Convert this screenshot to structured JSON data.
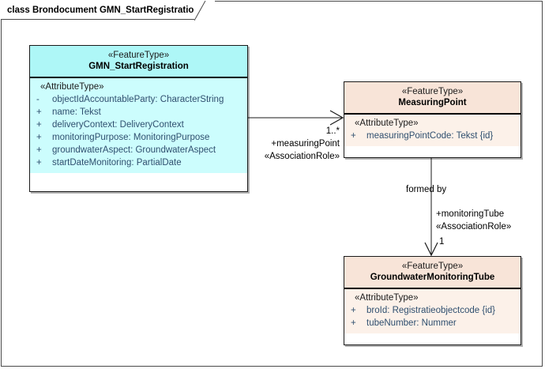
{
  "frame": {
    "tab_label": "class Brondocument GMN_StartRegistration"
  },
  "classes": [
    {
      "id": "gmn-start-registration",
      "stereotype": "«FeatureType»",
      "name": "GMN_StartRegistration",
      "attr_stereotype": "«AttributeType»",
      "attributes": [
        {
          "visibility": "-",
          "text": "objectIdAccountableParty: CharacterString"
        },
        {
          "visibility": "+",
          "text": "name: Tekst"
        },
        {
          "visibility": "+",
          "text": "deliveryContext: DeliveryContext"
        },
        {
          "visibility": "+",
          "text": "monitoringPurpose: MonitoringPurpose"
        },
        {
          "visibility": "+",
          "text": "groundwaterAspect: GroundwaterAspect"
        },
        {
          "visibility": "+",
          "text": "startDateMonitoring: PartialDate"
        }
      ],
      "fill": "#aef7f7"
    },
    {
      "id": "measuring-point",
      "stereotype": "«FeatureType»",
      "name": "MeasuringPoint",
      "attr_stereotype": "«AttributeType»",
      "attributes": [
        {
          "visibility": "+",
          "text": "measuringPointCode: Tekst {id}"
        }
      ],
      "fill": "#f8e4d8"
    },
    {
      "id": "groundwater-monitoring-tube",
      "stereotype": "«FeatureType»",
      "name": "GroundwaterMonitoringTube",
      "attr_stereotype": "«AttributeType»",
      "attributes": [
        {
          "visibility": "+",
          "text": "broId: Registratieobjectcode {id}"
        },
        {
          "visibility": "+",
          "text": "tubeNumber: Nummer"
        }
      ],
      "fill": "#f8e4d8"
    }
  ],
  "associations": [
    {
      "id": "gmn-to-measuringpoint",
      "multiplicity": "1..*",
      "role": "+measuringPoint",
      "stereotype": "«AssociationRole»"
    },
    {
      "id": "measuringpoint-to-tube",
      "name": "formed by",
      "role": "+monitoringTube",
      "stereotype": "«AssociationRole»",
      "multiplicity": "1"
    }
  ],
  "colors": {
    "featuretype_blue": "#aef7f7",
    "featuretype_blue_light": "#ccfdfd",
    "featuretype_peach": "#f8e4d8",
    "featuretype_peach_light": "#fcf1e9",
    "attribute_text": "#2f4f6f",
    "border": "#1a1a1a"
  }
}
